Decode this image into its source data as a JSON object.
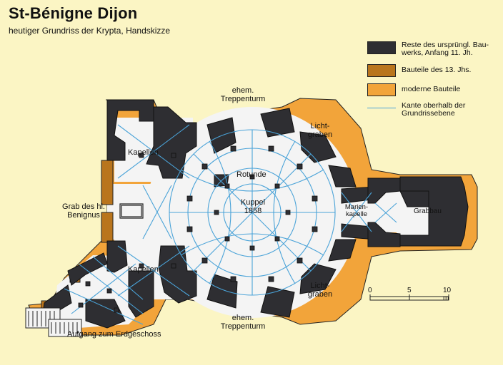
{
  "title": "St-Bénigne Dijon",
  "subtitle": "heutiger Grundriss der Krypta, Handskizze",
  "legend": [
    {
      "label": "Reste des  ursprüngl. Bau-werks, Anfang 11. Jh.",
      "color": "#2e2e32"
    },
    {
      "label": "Bauteile  des 13. Jhs.",
      "color": "#b9751d"
    },
    {
      "label": "moderne Bauteile",
      "color": "#f2a43a"
    },
    {
      "label": "Kante oberhalb der Grundrissebene",
      "color": "#4aa3d8"
    }
  ],
  "labels": {
    "kapellen_top": "Kapellen",
    "kapellen_bottom": "Kapellen",
    "grab_line1": "Grab des hl.",
    "grab_line2": "Benignus",
    "rotunde": "Rotunde",
    "kuppel_line1": "Kuppel",
    "kuppel_line2": "1858",
    "treppenturm_top_line1": "ehem.",
    "treppenturm_top_line2": "Treppenturm",
    "treppenturm_bottom_line1": "ehem.",
    "treppenturm_bottom_line2": "Treppenturm",
    "lichtgraben_top_line1": "Licht-",
    "lichtgraben_top_line2": "graben",
    "lichtgraben_bottom_line1": "Licht-",
    "lichtgraben_bottom_line2": "graben",
    "marienkapelle_line1": "Marien-",
    "marienkapelle_line2": "kapelle",
    "grabbau": "Grabbau",
    "aufgang": "Aufgang zum Erdgeschoss"
  },
  "scale": {
    "ticks": [
      "0",
      "5",
      "10 m"
    ]
  },
  "colors": {
    "background": "#fbf5c4",
    "original": "#2e2e32",
    "century13": "#b9751d",
    "modern": "#f2a43a",
    "edge": "#4aa3d8",
    "floor": "#f4f4f4"
  }
}
